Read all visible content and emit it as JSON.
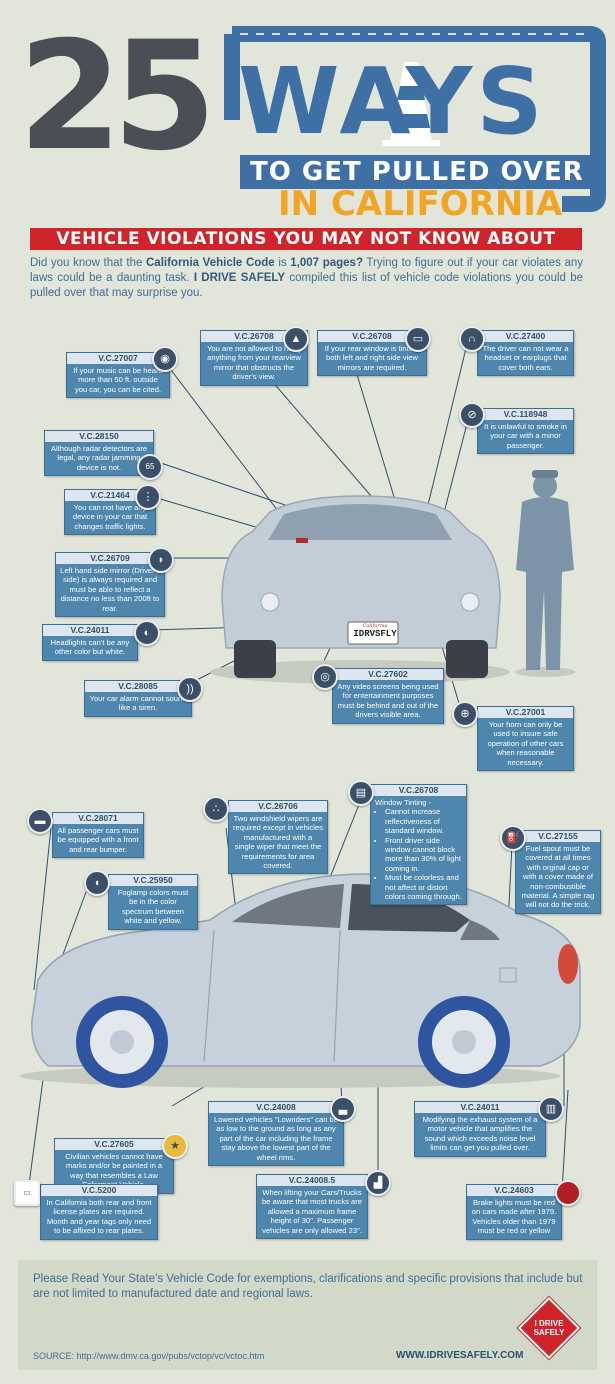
{
  "header": {
    "number": "25",
    "ways": "WAYS",
    "line1": "TO GET PULLED OVER",
    "line2": "IN CALIFORNIA",
    "banner": "VEHICLE VIOLATIONS YOU MAY NOT KNOW ABOUT"
  },
  "intro": {
    "p1": "Did you know that the ",
    "b1": "California Vehicle Code",
    "p2": " is ",
    "b2": "1,007 pages?",
    "p3": " Trying to figure out if your car violates any laws could be a daunting task. ",
    "b3": "I DRIVE SAFELY",
    "p4": " compiled this list of vehicle code violations you could be pulled over that may surprise you."
  },
  "plate": {
    "state": "California",
    "text": "IDRVSFLY"
  },
  "violations": {
    "v27007": {
      "code": "V.C.27007",
      "text": "If your music can be heard more than 50 ft. outside you car, you can be cited.",
      "icon": "speaker-icon"
    },
    "v26708a": {
      "code": "V.C.26708",
      "text": "You are not allowed to hang anything from your rearview mirror that obstructs the driver's view.",
      "icon": "air-freshener-icon"
    },
    "v26708b": {
      "code": "V.C.26708",
      "text": "If your rear window is tinted, both left and right side view mirrors are required.",
      "icon": "mirror-icon"
    },
    "v27400": {
      "code": "V.C.27400",
      "text": "The driver can not wear a headset or earplugs that cover both ears.",
      "icon": "headphones-icon"
    },
    "v118948": {
      "code": "V.C.118948",
      "text": "It is unlawful to smoke in your car with a minor passenger.",
      "icon": "no-smoking-icon"
    },
    "v28150": {
      "code": "V.C.28150",
      "text": "Although radar detectors are legal, any radar jamming device is not.",
      "icon": "speed-limit-icon"
    },
    "v21464": {
      "code": "V.C.21464",
      "text": "You can not have any device in your car that changes traffic lights.",
      "icon": "traffic-light-icon"
    },
    "v26709": {
      "code": "V.C.26709",
      "text": "Left hand side mirror (Driver's side) is always required and must be able to reflect a distance no less than 200ft to rear.",
      "icon": "side-mirror-icon"
    },
    "v24011a": {
      "code": "V.C.24011",
      "text": "Headlights can't be any other color but white.",
      "icon": "headlight-icon"
    },
    "v28085": {
      "code": "V.C.28085",
      "text": "Your car alarm cannot sound like a siren.",
      "icon": "alarm-icon"
    },
    "v27602": {
      "code": "V.C.27602",
      "text": "Any video screens being used for entertainment purposes must be behind and out of the drivers visible area.",
      "icon": "eye-icon"
    },
    "v27001": {
      "code": "V.C.27001",
      "text": "Your horn can only be used to insure safe operation of other cars when reasonable necessary.",
      "icon": "steering-wheel-icon"
    },
    "v28071": {
      "code": "V.C.28071",
      "text": "All passenger cars must be equipped with a front and rear bumper.",
      "icon": "car-icon"
    },
    "v26706": {
      "code": "V.C.26706",
      "text": "Two windshield wipers are required except in vehicles manufactured with a single wiper that meet the requirements for area covered.",
      "icon": "rain-icon"
    },
    "v26708c": {
      "code": "V.C.26708",
      "title": "Window Tinting -",
      "bullets": [
        "Cannot increase reflectiveness of standard window.",
        "Front driver side window cannot block more than 30% of light coming in.",
        "Must be colorless and not affect or distort colors coming through."
      ],
      "icon": "tint-icon"
    },
    "v27155": {
      "code": "V.C.27155",
      "text": "Fuel spout must be covered at all times with orginal cap or with a cover made of non-combustible material. A simple rag will not do the trick.",
      "icon": "fuel-pump-icon"
    },
    "v25950": {
      "code": "V.C.25950",
      "text": "Foglamp colors must be in the color spectrum between white and yellow.",
      "icon": "foglamp-icon"
    },
    "v27605": {
      "code": "V.C.27605",
      "text": "Civilian vehicles cannot have marks and/or be painted in a way that resembles a Law Enforment Vehicle.",
      "icon": "star-icon"
    },
    "v24008": {
      "code": "V.C.24008",
      "text": "Lowered vehicles \"Lowriders\" can be as low to the ground as long as any part of the car including the frame stay above the lowest part of the wheel rims.",
      "icon": "lowrider-icon"
    },
    "v24011b": {
      "code": "V.C.24011",
      "text": "Modifying the exhaust system of a motor vehicle that amplifies the sound which exceeds noise level limits can get you pulled over.",
      "icon": "exhaust-icon"
    },
    "v5200": {
      "code": "V.C.5200",
      "text": "In California both rear and front license plates are required. Month and year tags only need to be affixed to rear plates.",
      "icon": "license-plate-icon"
    },
    "v24008_5": {
      "code": "V.C.24008.5",
      "text": "When lifting your Cars/Trucks be aware that most trucks are allowed a maximum frame height of 30\". Passenger vehicles are only allowed 23\".",
      "icon": "lifted-truck-icon"
    },
    "v24603": {
      "code": "V.C.24603",
      "text": "Brake lights must be red on cars made after 1979. Vehicles older than 1979 must be red or yellow",
      "icon": "brake-light-icon"
    }
  },
  "footer": {
    "note": "Please Read Your State's Vehicle Code for exemptions, clarifications and specific provisions that include but are not limited to manufactured date and regional laws.",
    "source": "SOURCE: http://www.dmv.ca.gov/pubs/vctop/vc/vctoc.htm",
    "site": "WWW.IDRIVESAFELY.COM",
    "logo_line1": "I DRIVE",
    "logo_line2": "SAFELY"
  },
  "colors": {
    "accent_blue": "#3e70a6",
    "road": "#4a4f56",
    "banner_red": "#d0242b",
    "california_orange": "#f0a623"
  }
}
